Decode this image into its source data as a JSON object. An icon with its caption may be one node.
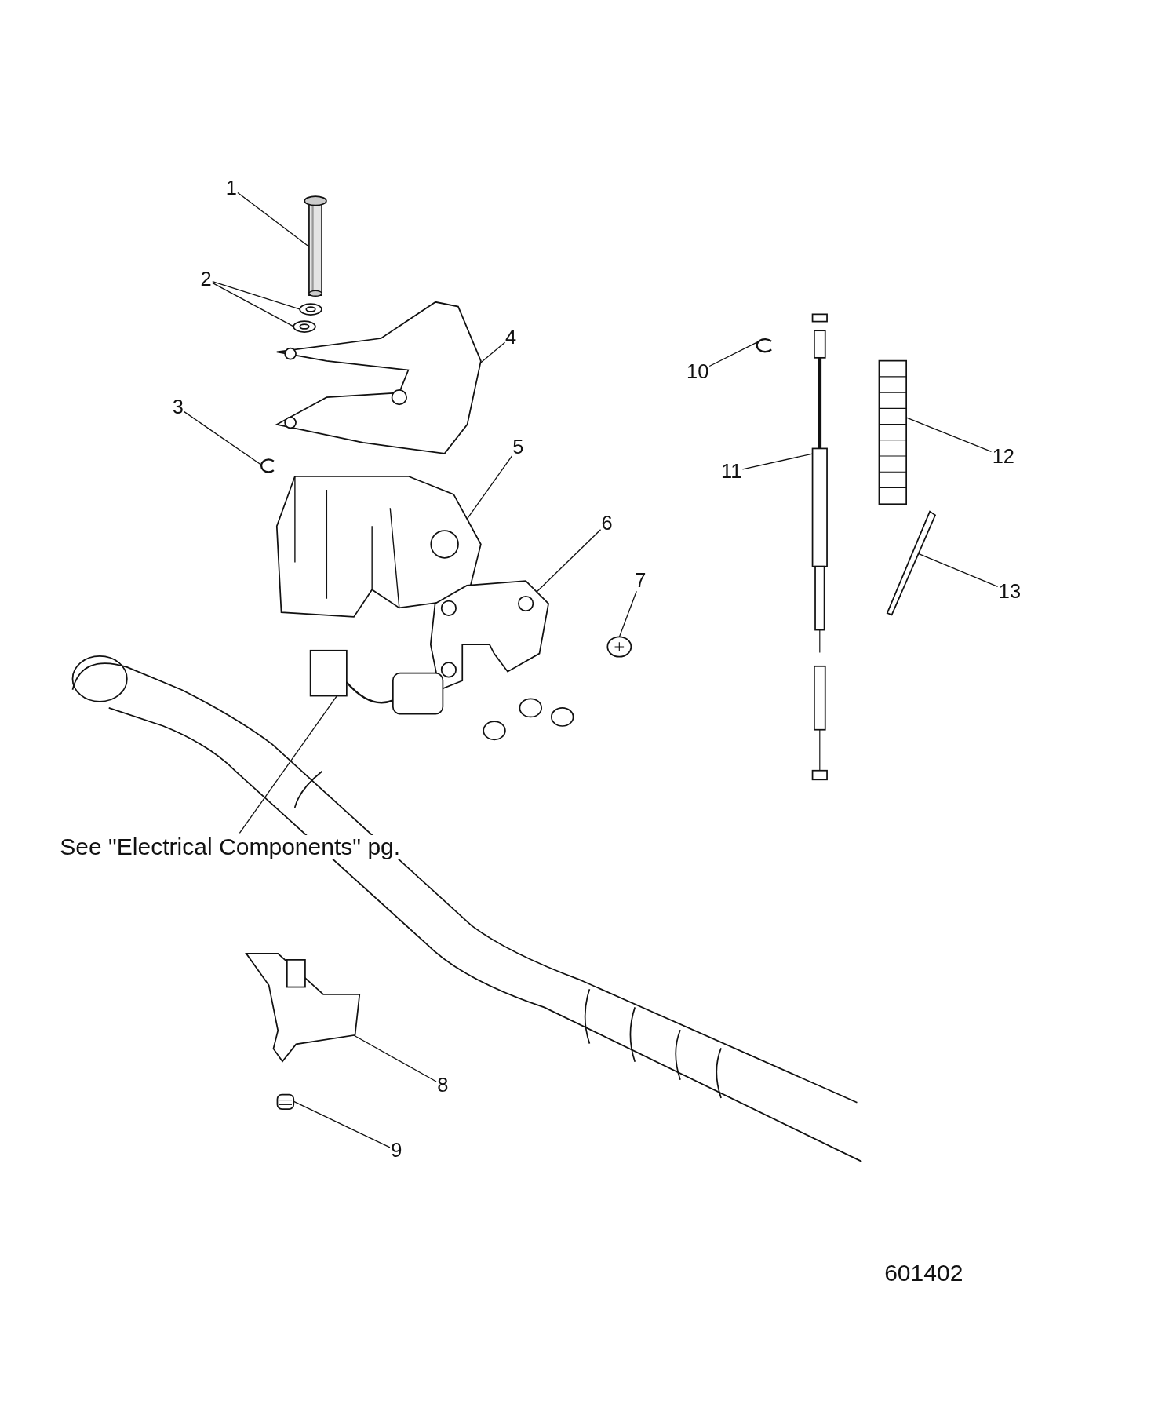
{
  "diagram": {
    "nodes": [
      {
        "text": [
          "1"
        ]
      },
      {
        "text": [],
        "shape": "picture"
      },
      {
        "text": [
          "2"
        ]
      },
      {
        "text": [],
        "shape": "picture"
      },
      {
        "text": [],
        "shape": "picture"
      },
      {
        "text": [
          "3"
        ]
      },
      {
        "text": [],
        "shape": "picture"
      },
      {
        "text": [
          "4"
        ]
      },
      {
        "text": [],
        "shape": "picture"
      },
      {
        "text": [
          "5"
        ]
      },
      {
        "text": [],
        "shape": "picture"
      },
      {
        "text": [
          "6"
        ]
      },
      {
        "text": [],
        "shape": "picture"
      },
      {
        "text": [
          "7"
        ]
      },
      {
        "text": [],
        "shape": "picture"
      },
      {
        "text": [
          "10"
        ]
      },
      {
        "text": [],
        "shape": "picture"
      },
      {
        "text": [
          "11"
        ]
      },
      {
        "text": [],
        "shape": "picture"
      },
      {
        "text": [
          "12"
        ]
      },
      {
        "text": [],
        "shape": "picture"
      },
      {
        "text": [
          "13"
        ]
      },
      {
        "text": [],
        "shape": "picture"
      },
      {
        "text": [
          "See \"Electrical Components\" pg."
        ]
      },
      {
        "text": [],
        "shape": "picture"
      },
      {
        "text": [
          "8"
        ]
      },
      {
        "text": [],
        "shape": "picture"
      },
      {
        "text": [
          "9"
        ]
      },
      {
        "text": [],
        "shape": "picture"
      }
    ],
    "edges": [
      {
        "from": 0,
        "to": 1,
        "arrow": "none"
      },
      {
        "from": 2,
        "to": 3,
        "arrow": "none"
      },
      {
        "from": 2,
        "to": 4,
        "arrow": "none"
      },
      {
        "from": 5,
        "to": 6,
        "arrow": "none"
      },
      {
        "from": 7,
        "to": 8,
        "arrow": "none"
      },
      {
        "from": 9,
        "to": 10,
        "arrow": "none"
      },
      {
        "from": 11,
        "to": 12,
        "arrow": "none"
      },
      {
        "from": 13,
        "to": 14,
        "arrow": "none"
      },
      {
        "from": 15,
        "to": 16,
        "arrow": "none"
      },
      {
        "from": 17,
        "to": 18,
        "arrow": "none"
      },
      {
        "from": 19,
        "to": 20,
        "arrow": "none"
      },
      {
        "from": 21,
        "to": 22,
        "arrow": "none"
      },
      {
        "from": 23,
        "to": 24,
        "arrow": "none"
      },
      {
        "from": 25,
        "to": 26,
        "arrow": "none"
      },
      {
        "from": 27,
        "to": 28,
        "arrow": "none"
      }
    ],
    "labels": [
      "601402"
    ]
  }
}
